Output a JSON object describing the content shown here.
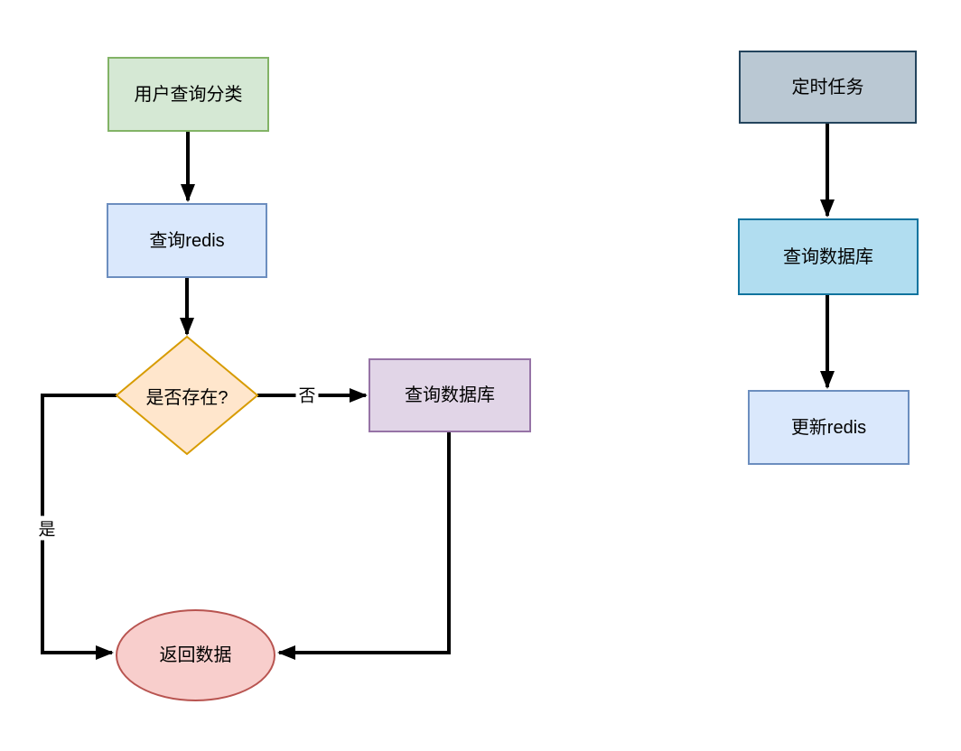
{
  "diagram": {
    "edge_color": "#000000",
    "nodes": {
      "user_query_category": {
        "label": "用户查询分类",
        "colors": {
          "fill": "#d5e8d4",
          "stroke": "#82b366"
        }
      },
      "query_redis": {
        "label": "查询redis",
        "colors": {
          "fill": "#dae8fc",
          "stroke": "#6c8ebf"
        }
      },
      "exists_decision": {
        "label": "是否存在?",
        "colors": {
          "fill": "#ffe6cc",
          "stroke": "#d79b00"
        }
      },
      "query_database_left": {
        "label": "查询数据库",
        "colors": {
          "fill": "#e1d5e7",
          "stroke": "#9673a6"
        }
      },
      "return_data": {
        "label": "返回数据",
        "colors": {
          "fill": "#f8cecc",
          "stroke": "#b85450"
        }
      },
      "scheduled_task": {
        "label": "定时任务",
        "colors": {
          "fill": "#bac8d3",
          "stroke": "#23445d"
        }
      },
      "query_database_right": {
        "label": "查询数据库",
        "colors": {
          "fill": "#b1ddf0",
          "stroke": "#10739e"
        }
      },
      "update_redis": {
        "label": "更新redis",
        "colors": {
          "fill": "#dae8fc",
          "stroke": "#6c8ebf"
        }
      }
    },
    "edge_labels": {
      "yes": "是",
      "no": "否"
    }
  }
}
